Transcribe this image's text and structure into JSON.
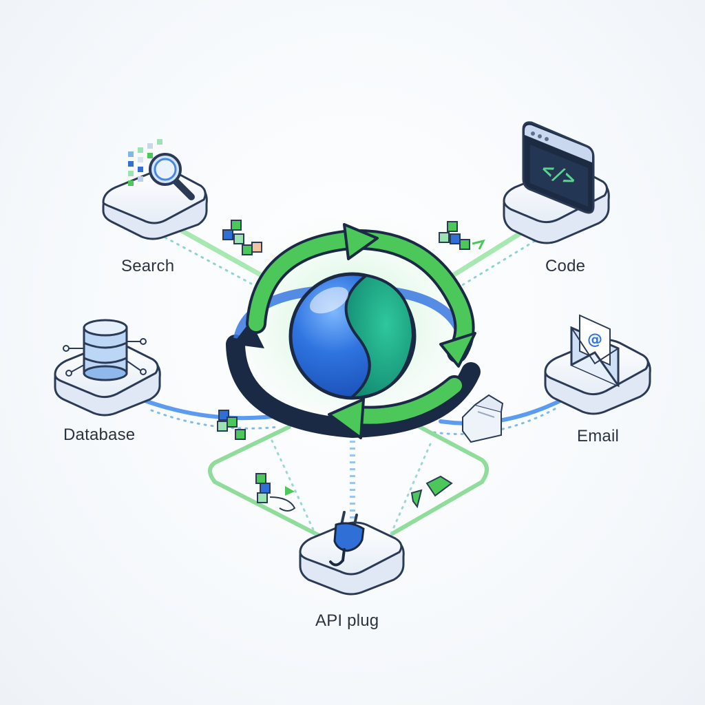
{
  "nodes": {
    "search": {
      "label": "Search"
    },
    "code": {
      "label": "Code"
    },
    "database": {
      "label": "Database"
    },
    "email": {
      "label": "Email"
    },
    "api": {
      "label": "API plug"
    }
  },
  "hub": {
    "icon": "cycle-globe-icon"
  },
  "icons": {
    "search": "magnifier-icon",
    "code": "code-window-icon",
    "database": "database-icon",
    "email": "envelope-icon",
    "api": "plug-icon"
  },
  "colors": {
    "green": "#4cc75a",
    "blue": "#3a78e0",
    "navy": "#1b2a44",
    "teal": "#1fa98a",
    "platform": "#f4f7fb",
    "outline": "#2b3a55"
  }
}
